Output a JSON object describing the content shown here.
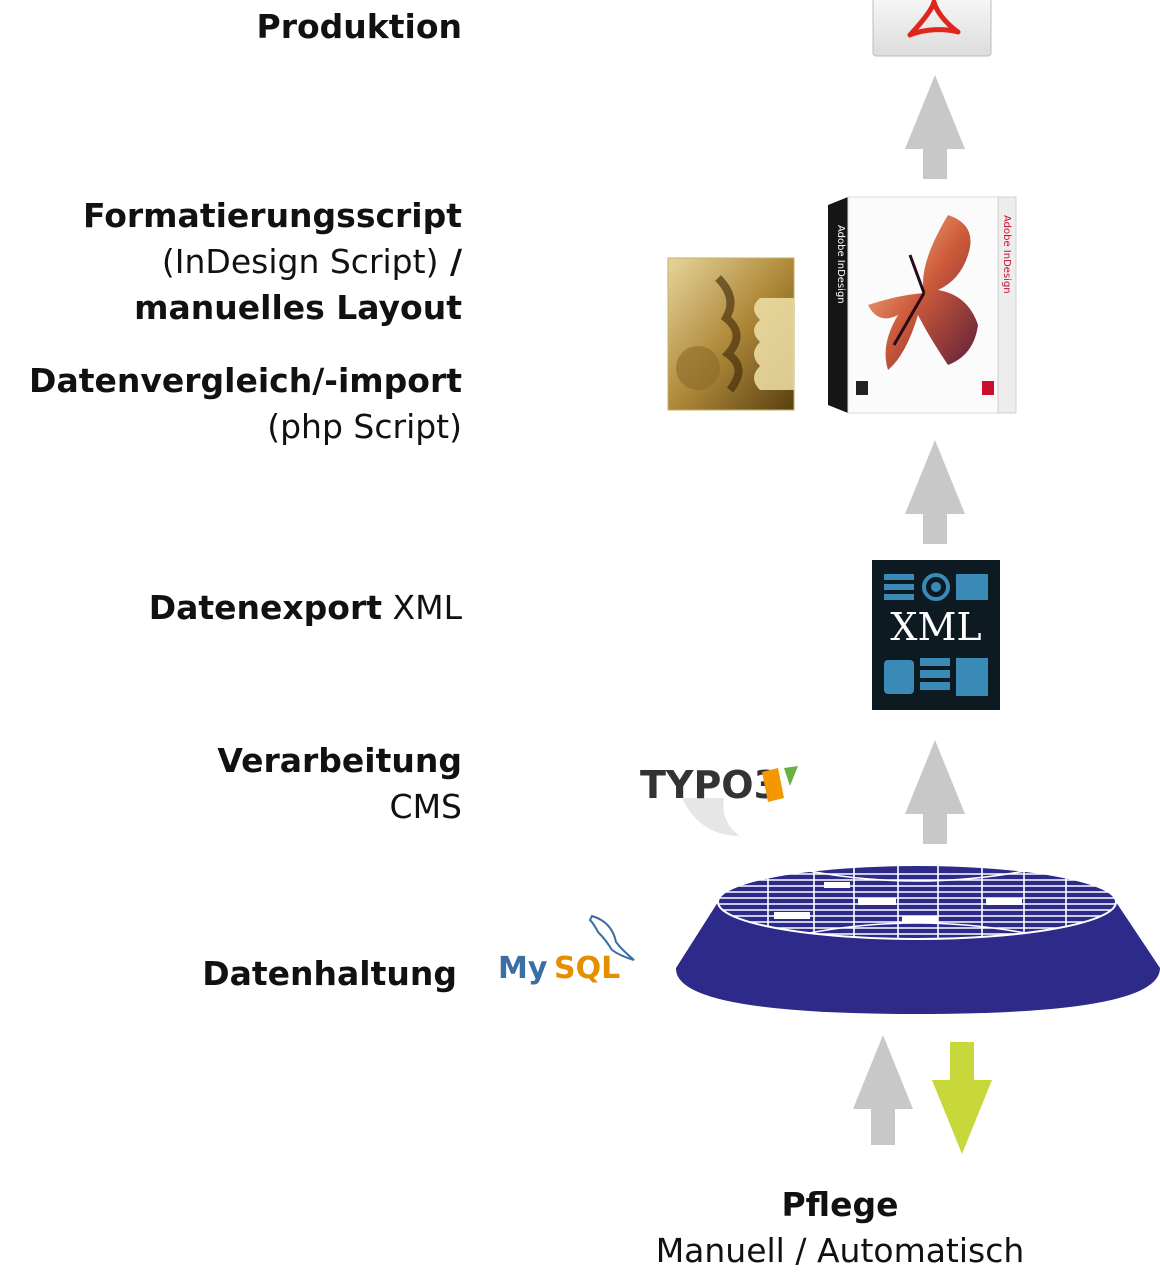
{
  "labels": {
    "produktion": {
      "bold": "Produktion"
    },
    "formatierung": {
      "line1_bold": "Formatierungsscript",
      "line2_normal": "(InDesign Script)",
      "line2_bold": " /",
      "line3_bold": "manuelles Layout"
    },
    "datenvergleich": {
      "bold": "Datenvergleich/-import",
      "normal": "(php Script)"
    },
    "datenexport": {
      "bold": "Datenexport",
      "normal": " XML"
    },
    "verarbeitung": {
      "bold": "Verarbeitung",
      "normal": "CMS"
    },
    "datenhaltung": {
      "bold": "Datenhaltung"
    },
    "pflege": {
      "bold": "Pflege",
      "normal": "Manuell / Automatisch"
    }
  },
  "logos": {
    "xml": "XML",
    "typo3": "TYPO3",
    "mysql_my": "My",
    "mysql_sql": "SQL",
    "indesign_box": "Adobe InDesign"
  },
  "icons": [
    "acrobat-pdf-icon",
    "indesign-box-icon",
    "gear-icon",
    "xml-icon",
    "typo3-logo-icon",
    "mysql-logo-icon",
    "database-icon"
  ],
  "colors": {
    "arrow_gray": "#c8c8c8",
    "arrow_green": "#c8d83a",
    "database_blue": "#2d2a8a",
    "acrobat_red": "#e0261b",
    "typo3_orange": "#f49700",
    "mysql_blue": "#3a6ea5",
    "mysql_orange": "#e48e00"
  }
}
